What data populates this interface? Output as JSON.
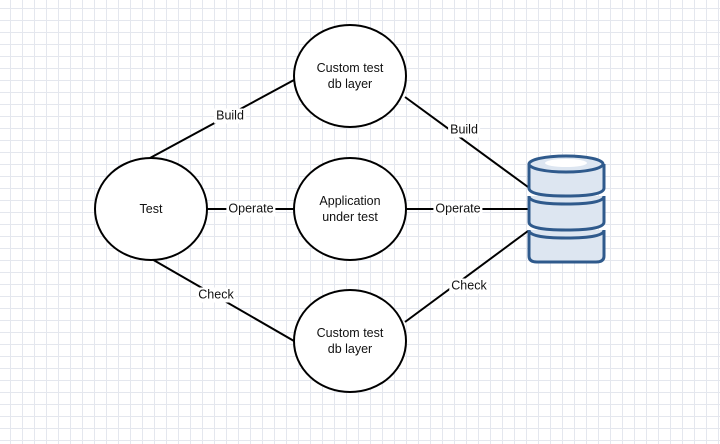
{
  "diagram": {
    "nodes": {
      "test": "Test",
      "build_layer": "Custom test\ndb layer",
      "app": "Application\nunder test",
      "check_layer": "Custom test\ndb layer",
      "database": "database-icon"
    },
    "edges": {
      "build_1": "Build",
      "build_2": "Build",
      "operate_1": "Operate",
      "operate_2": "Operate",
      "check_1": "Check",
      "check_2": "Check"
    },
    "colors": {
      "stroke": "#000000",
      "database_stroke": "#2f5a8c",
      "database_fill": "#dde6f1",
      "grid": "#e4e7ee"
    }
  }
}
